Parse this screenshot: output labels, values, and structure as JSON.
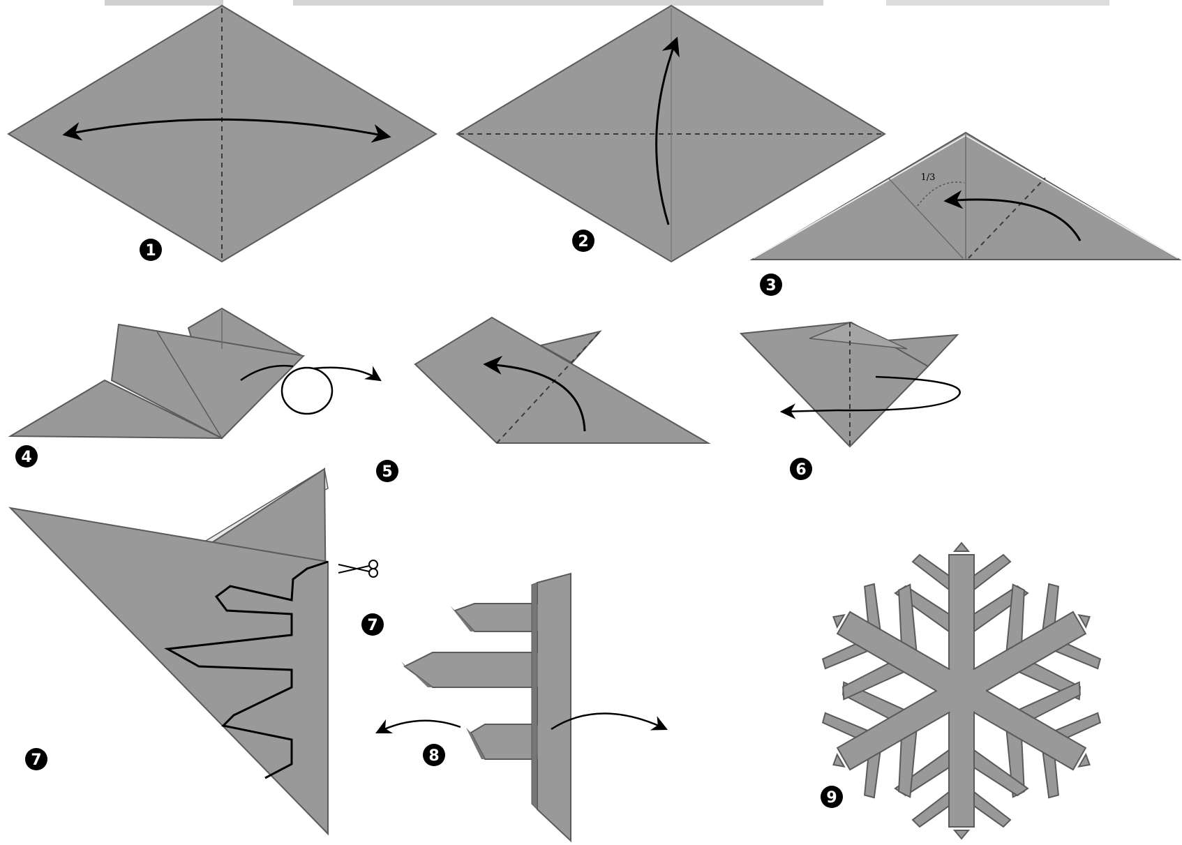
{
  "steps": [
    {
      "number": "1"
    },
    {
      "number": "2"
    },
    {
      "number": "3",
      "annotation": "1/3"
    },
    {
      "number": "4"
    },
    {
      "number": "5"
    },
    {
      "number": "6"
    },
    {
      "number": "7"
    },
    {
      "number": "7"
    },
    {
      "number": "8"
    },
    {
      "number": "9"
    }
  ],
  "colors": {
    "paper": "#999999",
    "paper_edge": "#5a5a5a",
    "fold_line": "#3a3a3a",
    "arrow": "#000000",
    "badge": "#000000",
    "badge_text": "#ffffff",
    "background": "#ffffff"
  },
  "icons": [
    "scissors-icon",
    "fold-arrow-icon"
  ]
}
